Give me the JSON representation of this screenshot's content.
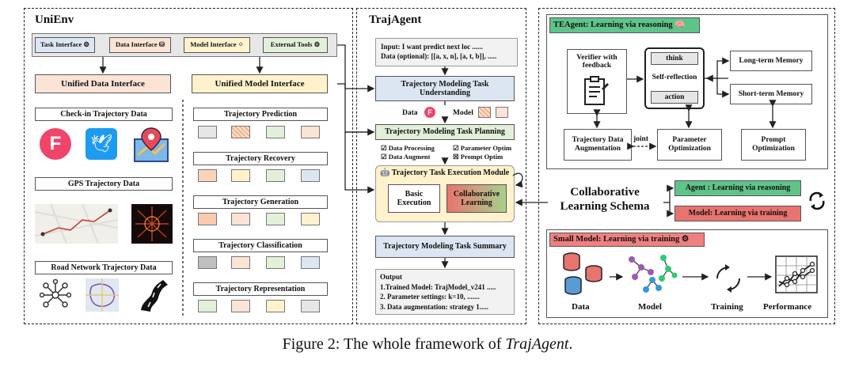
{
  "unienv": {
    "title": "UniEnv",
    "interfaces": [
      "Task Interface",
      "Data Interface",
      "Model Interface",
      "External Tools"
    ],
    "unified_data": "Unified Data Interface",
    "unified_model": "Unified Model Interface",
    "data_sections": [
      "Check-in Trajectory Data",
      "GPS Trajectory Data",
      "Road Network Trajectory Data"
    ],
    "model_sections": [
      "Trajectory Prediction",
      "Trajectory Recovery",
      "Trajectory Generation",
      "Trajectory Classification",
      "Trajectory Representation"
    ]
  },
  "trajagent": {
    "title": "TrajAgent",
    "input_line1": "Input: I want predict next loc ......",
    "input_line2": "Data (optional): [[a, x, n], [a, t, b]], .....",
    "understanding": "Trajectory Modeling Task Understanding",
    "data_label": "Data",
    "model_label": "Model",
    "planning": "Trajectory Modeling Task Planning",
    "checks": [
      "Data Processing",
      "Parameter Optim",
      "Data Augment",
      "Prompt Optim"
    ],
    "execution": "Trajectory Task Execution Module",
    "basic": "Basic Execution",
    "collab": "Collaborative Learning",
    "summary": "Trajectory Modeling Task Summary",
    "output_title": "Output",
    "output_lines": [
      "1.Trained Model: TrajModel_v241 .....",
      "2. Parameter settings: k=10, .......",
      "3. Data augmentation: strategy 1....."
    ]
  },
  "teagent": {
    "title": "TEAgent: Learning via reasoning",
    "verifier": "Verifier with feedback",
    "think": "think",
    "self_reflection": "Self-reflection",
    "action": "action",
    "long_term": "Long-term Memory",
    "short_term": "Short-term Memory",
    "aug": "Trajectory Data Augmentation",
    "joint": "joint",
    "param": "Parameter Optimization",
    "prompt": "Prompt Optimization"
  },
  "schema": {
    "title_line1": "Collaborative",
    "title_line2": "Learning Schema",
    "agent": "Agent : Learning via reasoning",
    "model": "Model: Learning via training"
  },
  "small_model": {
    "title": "Small Model: Learning via training",
    "labels": [
      "Data",
      "Model",
      "Training",
      "Performance"
    ]
  },
  "caption": {
    "prefix": "Figure 2: The whole framework of ",
    "name": "TrajAgent",
    "suffix": "."
  },
  "colors": {
    "blue_interface": "#dce6f2",
    "orange_interface": "#fbe3d6",
    "yellow_interface": "#fff2cc",
    "green_interface": "#e2f0d9",
    "teagent_green": "#5fc48a",
    "model_red": "#e8746f",
    "small_model_red": "#f08080"
  }
}
